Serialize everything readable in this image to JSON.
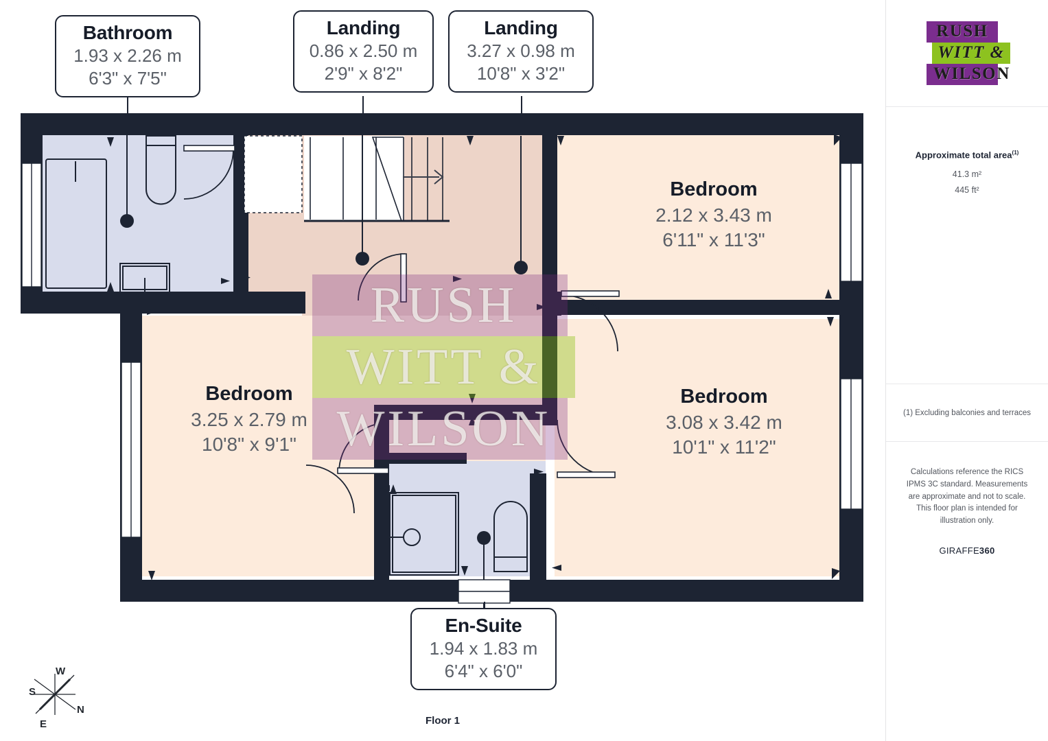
{
  "floor_caption": "Floor 1",
  "callouts": [
    {
      "id": "bathroom",
      "name": "Bathroom",
      "metric": "1.93 x 2.26 m",
      "imperial": "6'3\" x 7'5\""
    },
    {
      "id": "landing-1",
      "name": "Landing",
      "metric": "0.86 x 2.50 m",
      "imperial": "2'9\" x 8'2\""
    },
    {
      "id": "landing-2",
      "name": "Landing",
      "metric": "3.27 x 0.98 m",
      "imperial": "10'8\" x 3'2\""
    },
    {
      "id": "en-suite",
      "name": "En-Suite",
      "metric": "1.94 x 1.83 m",
      "imperial": "6'4\" x 6'0\""
    }
  ],
  "rooms": [
    {
      "id": "bedroom-top-right",
      "name": "Bedroom",
      "metric": "2.12 x 3.43 m",
      "imperial": "6'11\" x 11'3\""
    },
    {
      "id": "bedroom-left",
      "name": "Bedroom",
      "metric": "3.25 x 2.79 m",
      "imperial": "10'8\" x 9'1\""
    },
    {
      "id": "bedroom-bottom-right",
      "name": "Bedroom",
      "metric": "3.08 x 3.42 m",
      "imperial": "10'1\" x 11'2\""
    }
  ],
  "watermark": {
    "line1": "RUSH",
    "line2": "WITT &",
    "line3": "WILSON"
  },
  "compass": {
    "north": "N",
    "south": "S",
    "east": "E",
    "west": "W"
  },
  "sidebar": {
    "logo": {
      "line1": "RUSH",
      "line2": "WITT &",
      "line3": "WILSON"
    },
    "area": {
      "title": "Approximate total area",
      "title_sup": "(1)",
      "metric": "41.3 m²",
      "imperial": "445 ft²"
    },
    "note": "(1) Excluding balconies and terraces",
    "disclaimer": "Calculations reference the RICS IPMS 3C standard. Measurements are approximate and not to scale. This floor plan is intended for illustration only.",
    "brand_prefix": "GIRAFFE",
    "brand_suffix": "360"
  },
  "colors": {
    "wall": "#1d2433",
    "bedroom_fill": "#fdebdc",
    "landing_fill": "#edd4c8",
    "wet_fill": "#d8dcec",
    "logo_purple": "#7b2d8e",
    "logo_green": "#8dc21f",
    "text_dark": "#161c28",
    "text_grey": "#5b6068"
  }
}
